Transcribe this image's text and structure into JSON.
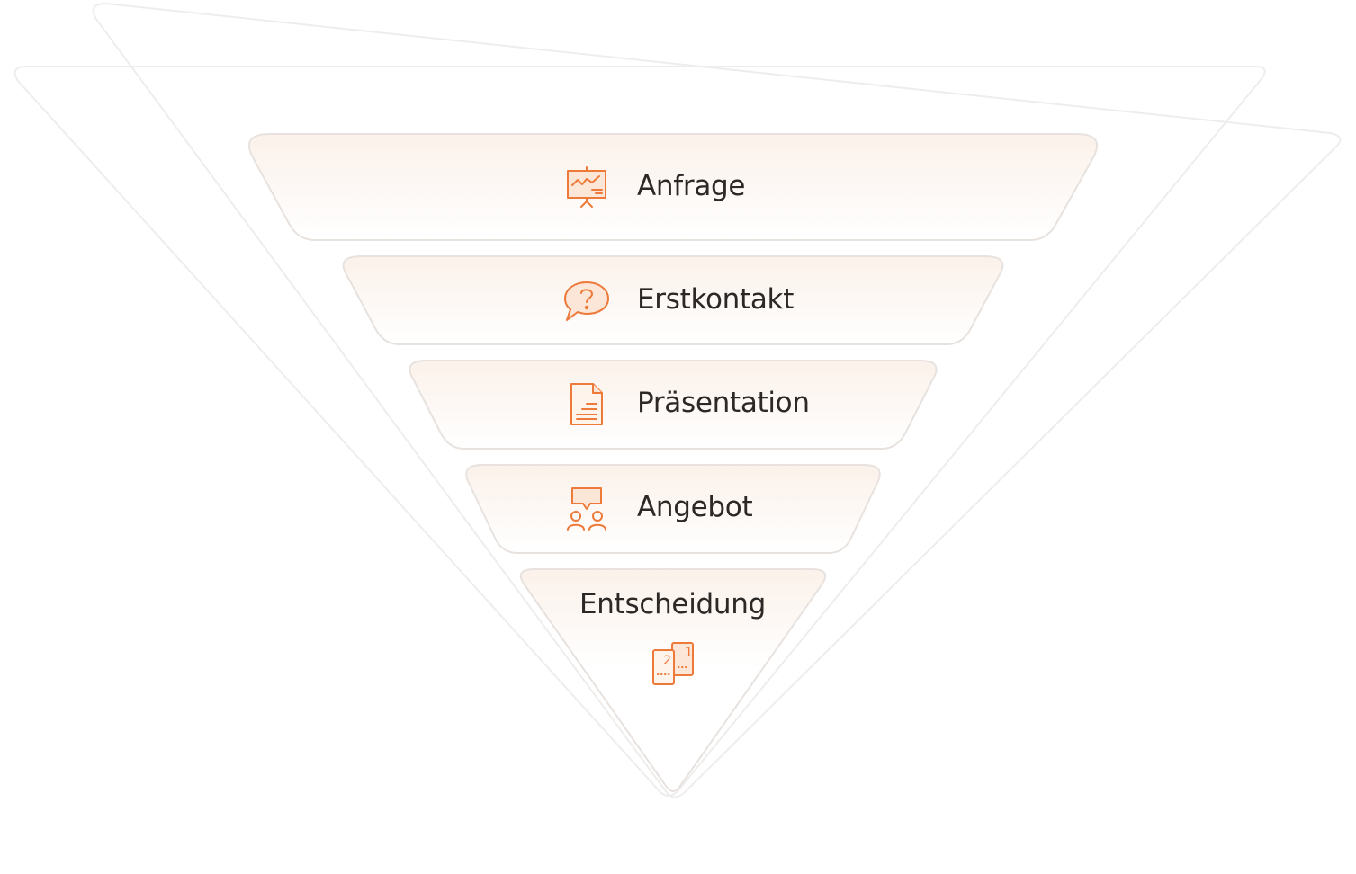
{
  "funnel": {
    "accent_color": "#ee7a3a",
    "stages": [
      {
        "label": "Anfrage",
        "icon": "presentation-board-chart-icon"
      },
      {
        "label": "Erstkontakt",
        "icon": "question-speech-bubble-icon"
      },
      {
        "label": "Präsentation",
        "icon": "document-icon"
      },
      {
        "label": "Angebot",
        "icon": "people-discussion-icon"
      },
      {
        "label": "Entscheidung",
        "icon": "ranked-options-icon"
      }
    ]
  }
}
